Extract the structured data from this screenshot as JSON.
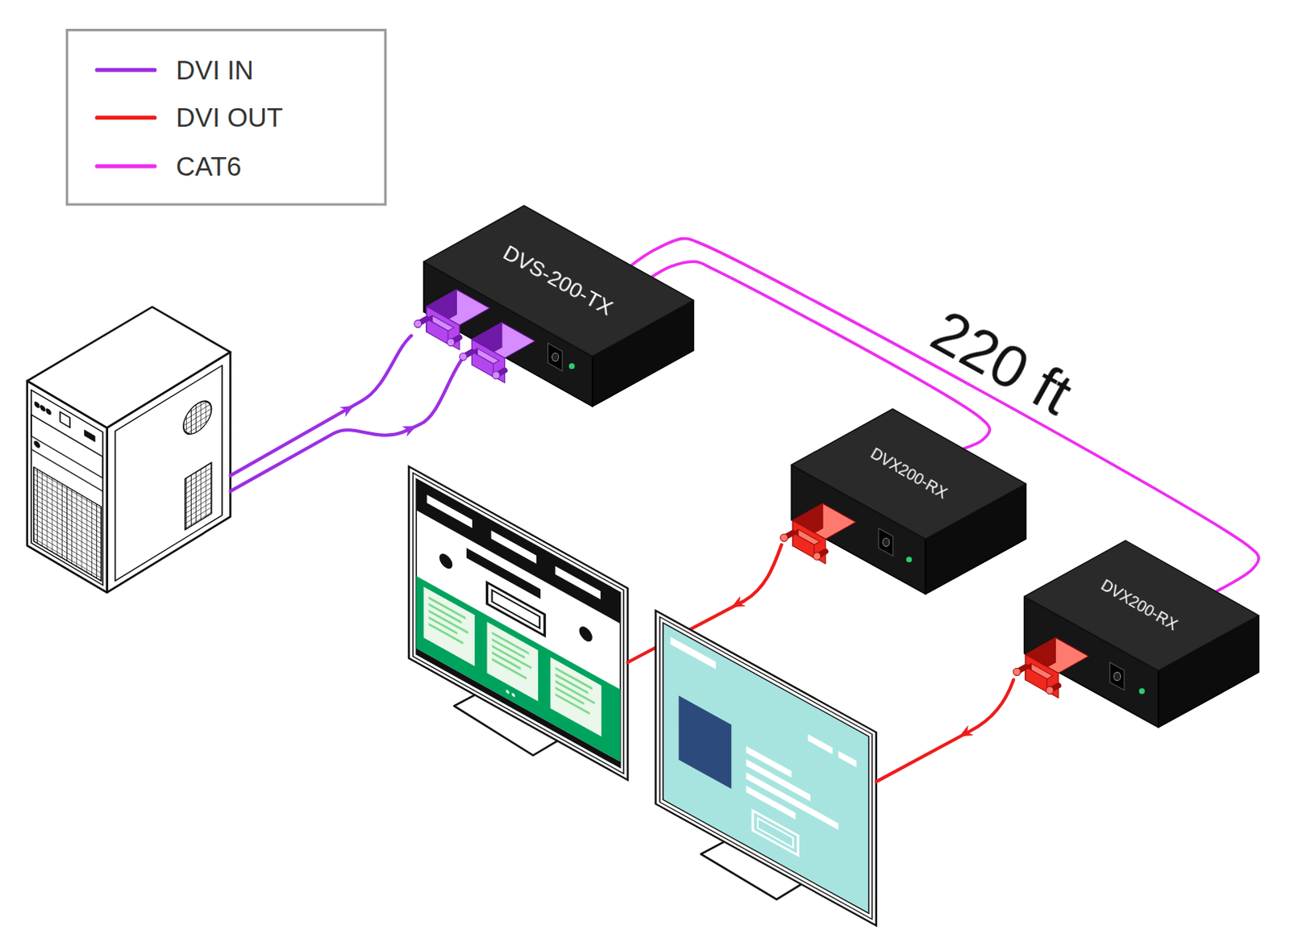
{
  "diagram": {
    "nodes": [
      {
        "text": [
          "DVS-200-TX"
        ]
      },
      {
        "text": [
          "DVX200-RX"
        ]
      },
      {
        "text": [
          "DVX200-RX"
        ]
      }
    ],
    "edges": [
      {
        "from": 0,
        "to": 1,
        "arrow": "none"
      },
      {
        "from": 0,
        "to": 2,
        "arrow": "none",
        "label": "220 ft"
      }
    ],
    "legend": [
      {
        "text": "DVI IN"
      },
      {
        "text": "DVI OUT"
      },
      {
        "text": "CAT6"
      }
    ]
  }
}
